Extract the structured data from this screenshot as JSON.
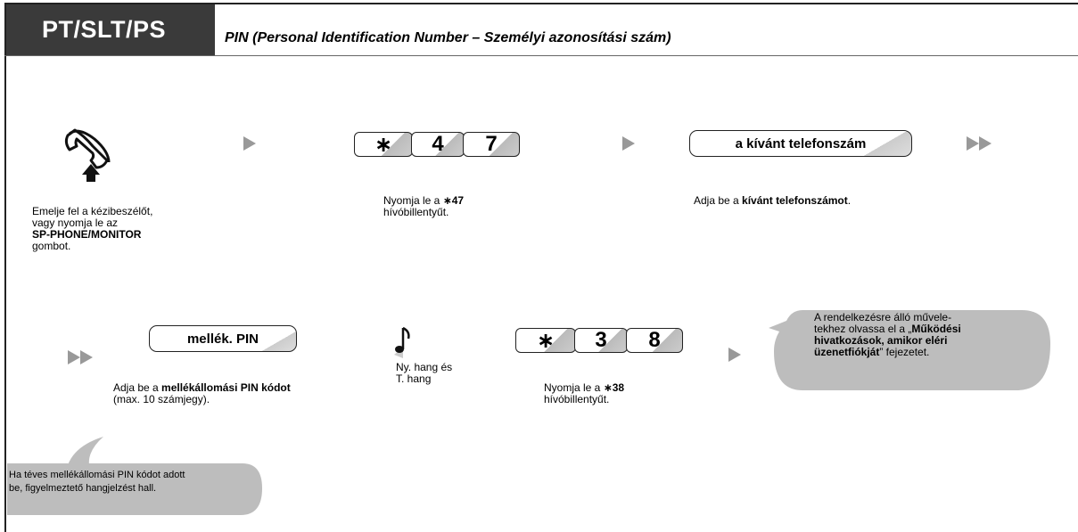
{
  "header": {
    "badge": "PT/SLT/PS",
    "title": "PIN (Personal Identification Number – Személyi azonosítási szám)"
  },
  "step1": {
    "icon": "handset-off-hook-icon",
    "line1": "Emelje fel a kézibeszélőt,",
    "line2": "vagy nyomja le az",
    "line3": "SP-PHONE/MONITOR",
    "line4": "gombot."
  },
  "step2": {
    "keys": [
      "∗",
      "4",
      "7"
    ],
    "pre": "Nyomja le a ",
    "code": "∗47",
    "line2": "hívóbillentyűt."
  },
  "step3": {
    "pill": "a kívánt telefonszám",
    "pre": "Adja be a ",
    "bold": "kívánt telefonszámot",
    "post": "."
  },
  "step4": {
    "pill": "mellék. PIN",
    "pre": "Adja be a ",
    "bold": "mellékállomási PIN kódot",
    "line2": "(max. 10 számjegy)."
  },
  "step5": {
    "icon": "music-note-tone-icon",
    "line1": "Ny. hang és",
    "line2": "T. hang"
  },
  "step6": {
    "keys": [
      "∗",
      "3",
      "8"
    ],
    "pre": "Nyomja le a ",
    "code": "∗38",
    "line2": "hívóbillentyűt."
  },
  "bubble": {
    "line1": "A rendelkezésre álló művele-",
    "line2pre": "tekhez olvassa el a „",
    "line2bold": "Működési",
    "line3": "hivatkozások, amikor eléri",
    "line4bold": "üzenetfiókját",
    "line4post": "” fejezetet."
  },
  "note": {
    "line1": "Ha téves mellékállomási PIN kódot adott",
    "line2": "be, figyelmeztető hangjelzést hall."
  },
  "colors": {
    "badge": "#3a3a3a",
    "bubble": "#bdbdbd",
    "arrow": "#999999"
  }
}
